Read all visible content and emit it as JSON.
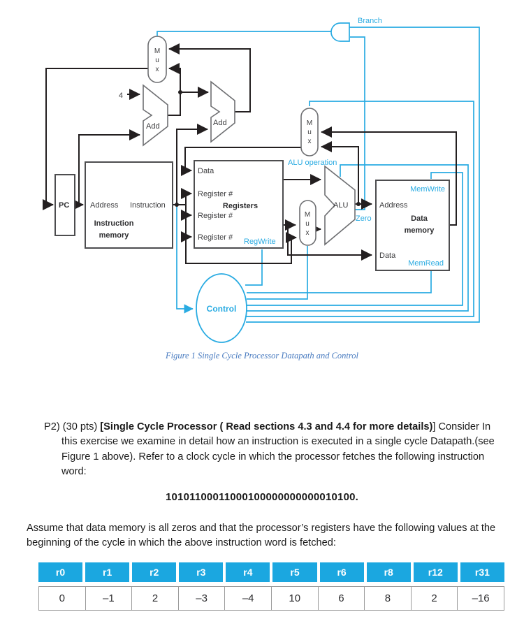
{
  "diagram": {
    "caption": "Figure 1 Single Cycle Processor Datapath and Control",
    "mux_letters": [
      "M",
      "u",
      "x"
    ],
    "labels": {
      "four": "4",
      "add": "Add",
      "pc": "PC",
      "address": "Address",
      "instruction": "Instruction",
      "instruction_memory_1": "Instruction",
      "instruction_memory_2": "memory",
      "data": "Data",
      "register_num": "Register #",
      "registers": "Registers",
      "reg_write": "RegWrite",
      "alu": "ALU",
      "alu_operation": "ALU operation",
      "zero": "Zero",
      "branch": "Branch",
      "mem_write": "MemWrite",
      "mem_read": "MemRead",
      "data_memory_1": "Data",
      "data_memory_2": "memory",
      "control": "Control"
    }
  },
  "problem": {
    "prefix": "P2) (30 pts) ",
    "bold": "[Single Cycle Processor ( Read sections 4.3 and 4.4 for more details)",
    "suffix": "] Consider In this exercise we examine in detail how an instruction is executed in a single cycle Datapath.(see Figure 1 above). Refer to a clock cycle in which the processor fetches the following instruction word:",
    "instruction_word": "10101100011000100000000000010100.",
    "assume": "Assume that data memory is all zeros and that the processor’s registers have the following values at the beginning of the cycle in which the above instruction word is fetched:"
  },
  "table": {
    "headers": [
      "r0",
      "r1",
      "r2",
      "r3",
      "r4",
      "r5",
      "r6",
      "r8",
      "r12",
      "r31"
    ],
    "values": [
      "0",
      "–1",
      "2",
      "–3",
      "–4",
      "10",
      "6",
      "8",
      "2",
      "–16"
    ]
  },
  "colors": {
    "accent_cyan": "#29ABE2",
    "table_header_bg": "#1BA7E0",
    "caption_blue": "#4a7cc0",
    "wire_black": "#231f20"
  }
}
